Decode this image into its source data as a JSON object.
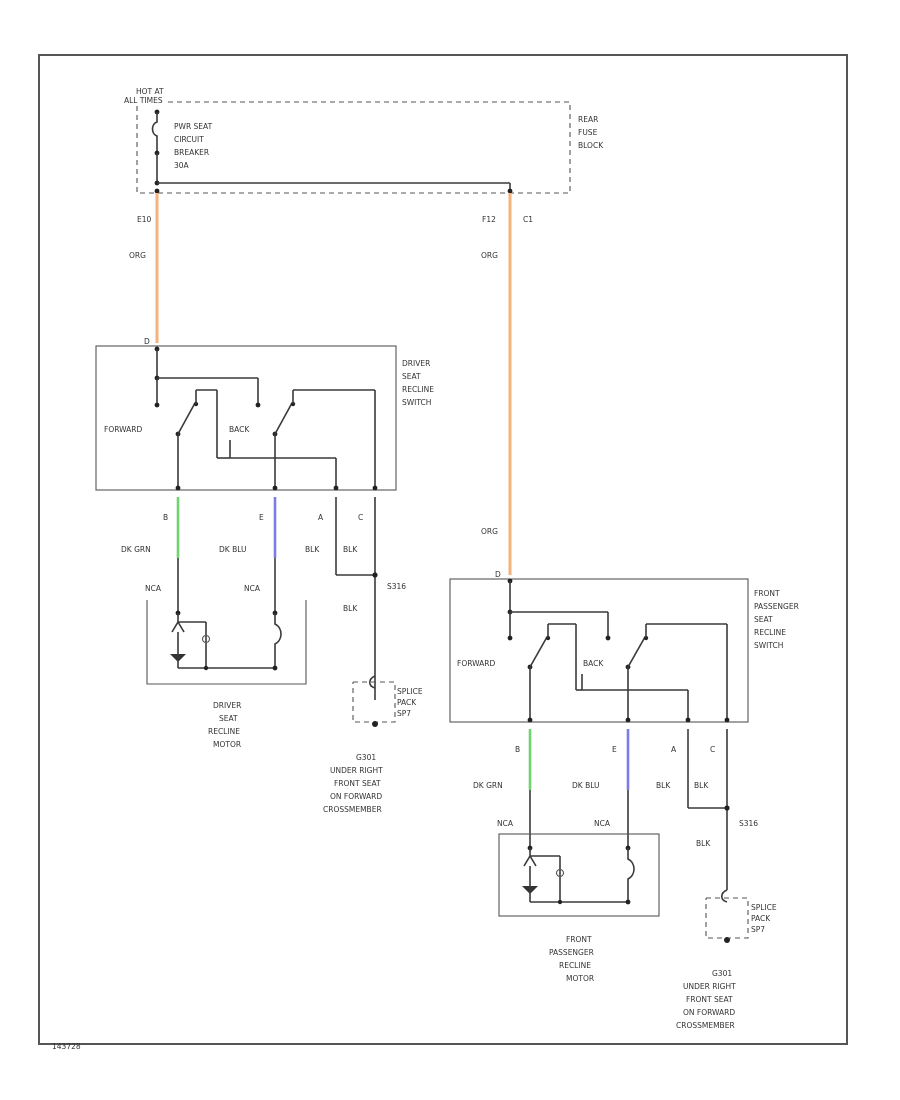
{
  "colors": {
    "orange": "#f5b27a",
    "green": "#6fd46f",
    "blue": "#7c7ce6",
    "line": "#3a3a3a"
  },
  "fuse_block": {
    "hot_at": [
      "HOT AT",
      "ALL TIMES"
    ],
    "breaker": [
      "PWR SEAT",
      "CIRCUIT",
      "BREAKER",
      "30A"
    ],
    "block_name": [
      "REAR",
      "FUSE",
      "BLOCK"
    ],
    "pin_left": "E10",
    "pin_right": "F12",
    "pin_right_extra": "C1"
  },
  "wires": {
    "org": "ORG",
    "dk_grn": "DK GRN",
    "dk_blu": "DK BLU",
    "blk": "BLK",
    "nca": "NCA"
  },
  "driver_switch": {
    "name": [
      "DRIVER",
      "SEAT",
      "RECLINE",
      "SWITCH"
    ],
    "pin_top": "D",
    "forward": "FORWARD",
    "back": "BACK",
    "pins": [
      "B",
      "E",
      "A",
      "C"
    ]
  },
  "passenger_switch": {
    "name": [
      "FRONT",
      "PASSENGER",
      "SEAT",
      "RECLINE",
      "SWITCH"
    ],
    "pin_top": "D",
    "forward": "FORWARD",
    "back": "BACK",
    "pins": [
      "B",
      "E",
      "A",
      "C"
    ]
  },
  "driver_motor": {
    "name": [
      "DRIVER",
      "SEAT",
      "RECLINE",
      "MOTOR"
    ]
  },
  "passenger_motor": {
    "name": [
      "FRONT",
      "PASSENGER",
      "RECLINE",
      "MOTOR"
    ]
  },
  "splice_left": {
    "id": "S316",
    "pack": [
      "SPLICE",
      "PACK",
      "SP7"
    ],
    "ground": [
      "G301",
      "UNDER RIGHT",
      "FRONT SEAT",
      "ON FORWARD",
      "CROSSMEMBER"
    ]
  },
  "splice_right": {
    "id": "S316",
    "pack": [
      "SPLICE",
      "PACK",
      "SP7"
    ],
    "ground": [
      "G301",
      "UNDER RIGHT",
      "FRONT SEAT",
      "ON FORWARD",
      "CROSSMEMBER"
    ]
  },
  "footer_code": "143728"
}
